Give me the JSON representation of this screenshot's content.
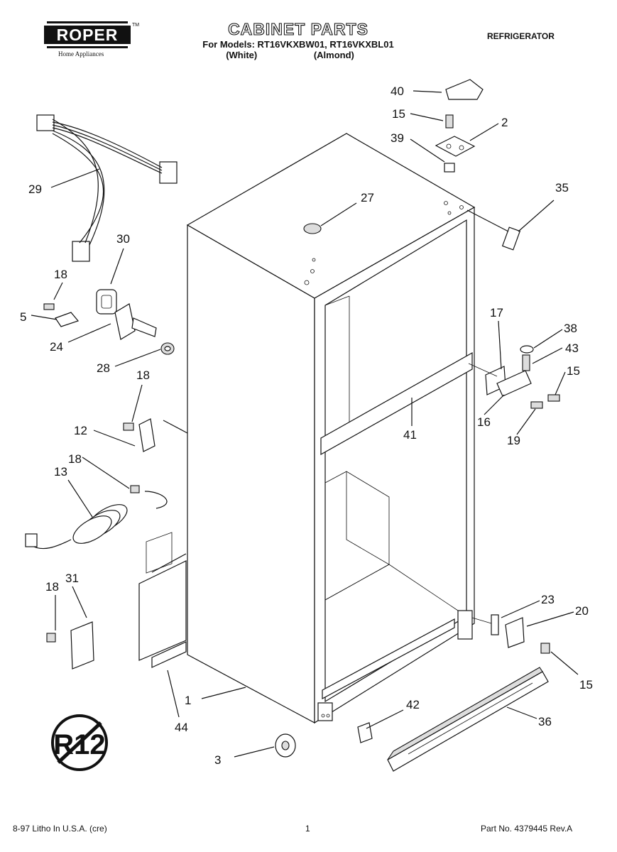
{
  "brand": {
    "name": "ROPER",
    "trademark": "TM",
    "tagline": "Home Appliances"
  },
  "title": {
    "main": "CABINET PARTS",
    "models_line": "For Models: RT16VKXBW01, RT16VKXBL01",
    "color_white": "(White)",
    "color_almond": "(Almond)"
  },
  "product": "REFRIGERATOR",
  "symbol": {
    "text": "R12"
  },
  "callouts": [
    "40",
    "15",
    "2",
    "39",
    "35",
    "29",
    "27",
    "30",
    "18",
    "5",
    "24",
    "28",
    "18",
    "12",
    "18",
    "13",
    "17",
    "38",
    "43",
    "15",
    "16",
    "19",
    "41",
    "31",
    "18",
    "23",
    "20",
    "15",
    "1",
    "44",
    "42",
    "36",
    "3"
  ],
  "footer": {
    "left": "8-97 Litho In U.S.A. (cre)",
    "page": "1",
    "right": "Part No. 4379445 Rev.A"
  }
}
